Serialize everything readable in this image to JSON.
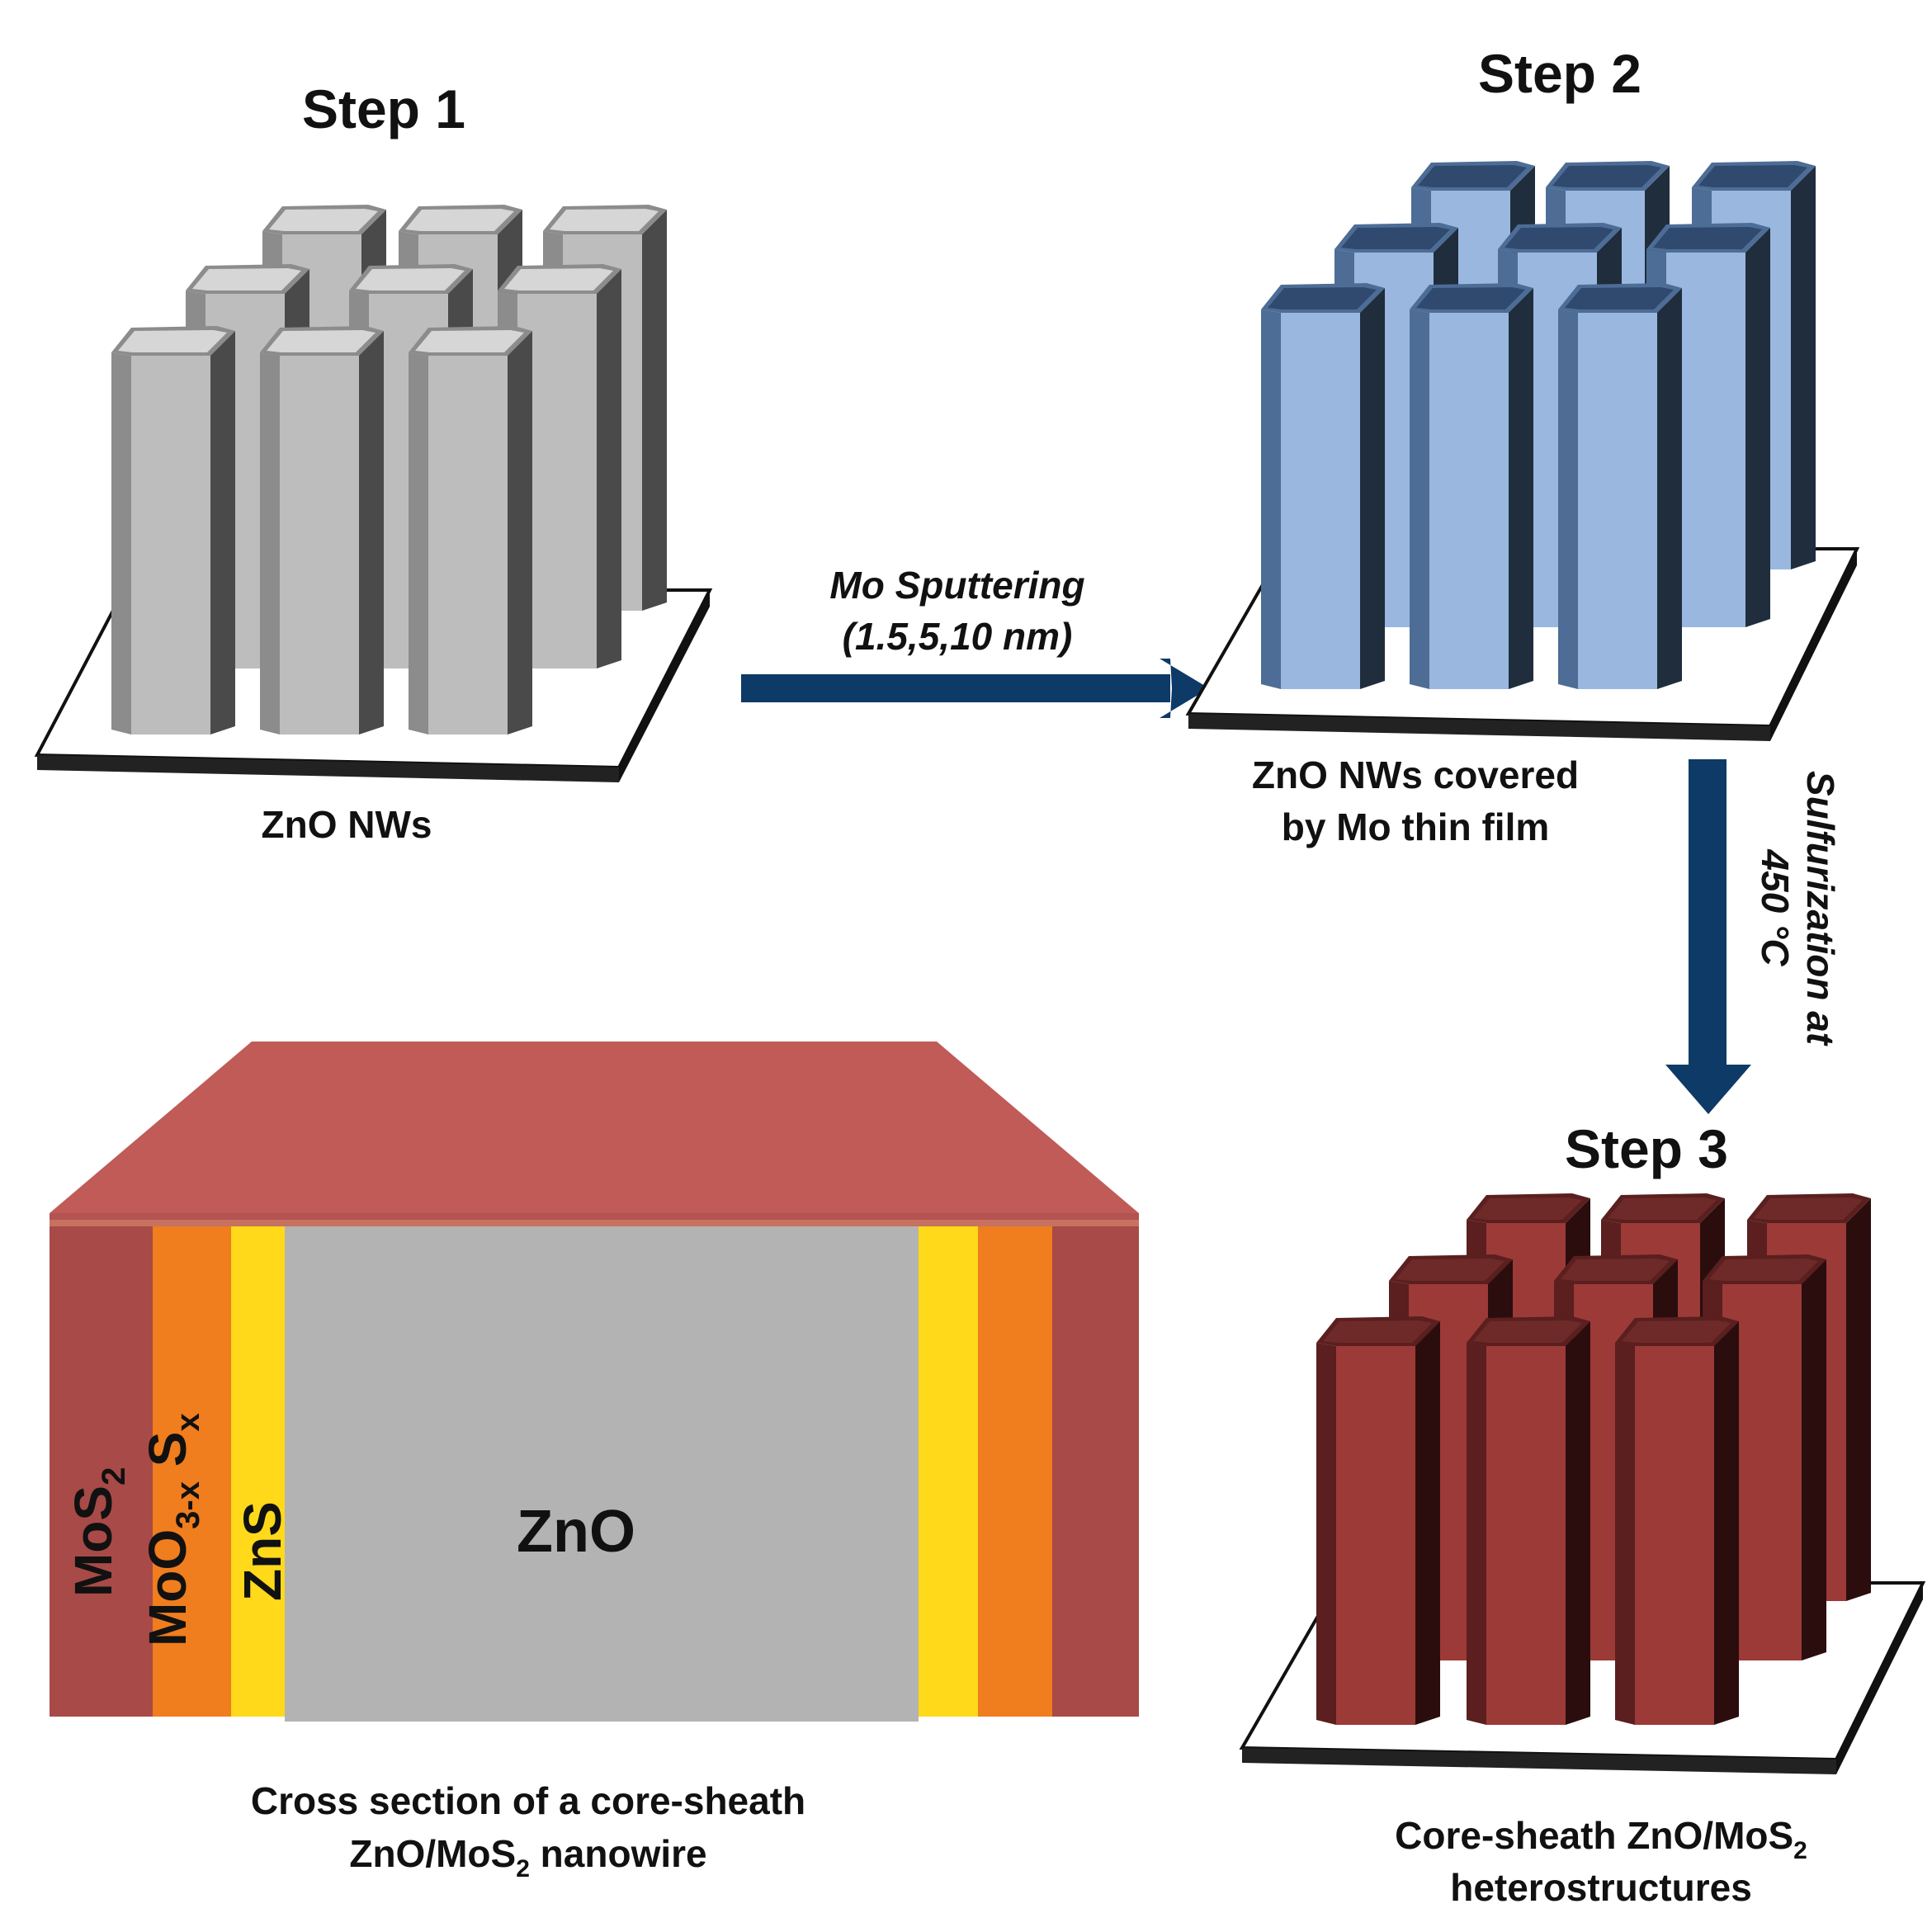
{
  "steps": {
    "step1": {
      "title": "Step 1",
      "caption": "ZnO NWs",
      "pillar_color": {
        "front": "#bdbdbd",
        "side": "#4a4a4a",
        "top": "#d6d6d6",
        "edge": "#8c8c8c"
      }
    },
    "step2": {
      "title": "Step 2",
      "caption_line1": "ZnO NWs covered",
      "caption_line2": "by Mo thin film",
      "pillar_color": {
        "front": "#9ab7df",
        "side": "#1f2d3d",
        "top": "#2f4a6e",
        "edge": "#4d6d96"
      }
    },
    "step3": {
      "title": "Step 3",
      "caption_line1_pre": "Core-sheath ZnO/MoS",
      "caption_line1_sub": "2",
      "caption_line2": "heterostructures",
      "pillar_color": {
        "front": "#9c3a38",
        "side": "#2b0d0d",
        "top": "#6e2a29",
        "edge": "#5a1f1e"
      }
    }
  },
  "arrows": {
    "sputter": {
      "line1": "Mo Sputtering",
      "line2": "(1.5,5,10 nm)"
    },
    "sulfur": {
      "line1": "Sulfurization at",
      "line2": "450 °C"
    },
    "color": "#0d3a66"
  },
  "cross_section": {
    "core": "ZnO",
    "zns": "ZnS",
    "moo_pre": "MoO",
    "moo_sub": "3-x",
    "moo_s": " S",
    "moo_s_sub": "x",
    "mos_pre": "MoS",
    "mos_sub": "2",
    "caption_line1": "Cross section of a core-sheath",
    "caption_line2_pre": "ZnO/MoS",
    "caption_line2_sub": "2",
    "caption_line2_post": " nanowire",
    "colors": {
      "mos2": "#a84a47",
      "moo": "#f07d1e",
      "zns": "#ffd91a",
      "zno": "#b3b3b3",
      "top": "#c05b58"
    }
  }
}
